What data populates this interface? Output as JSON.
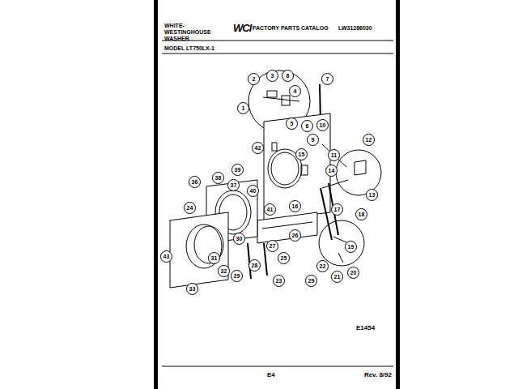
{
  "diagram": {
    "labels": [
      "WHITE-WESTINGHOUSE WASHER",
      "WCI",
      "FACTORY PARTS CATALOG",
      "LW31286030",
      "MODEL LT750LX-1",
      "2",
      "3",
      "8",
      "4",
      "7",
      "1",
      "5",
      "6",
      "10",
      "9",
      "11",
      "12",
      "13",
      "42",
      "15",
      "14",
      "39",
      "38",
      "37",
      "36",
      "40",
      "41",
      "16",
      "17",
      "18",
      "24",
      "30",
      "27",
      "26",
      "19",
      "43",
      "31",
      "32",
      "28",
      "25",
      "22",
      "20",
      "21",
      "29",
      "23",
      "29",
      "33",
      "E1454",
      "E4",
      "Rev. 8/92"
    ]
  }
}
